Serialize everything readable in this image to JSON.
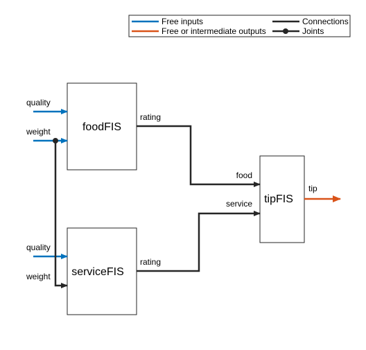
{
  "legend": {
    "free_inputs": "Free inputs",
    "free_outputs": "Free or intermediate outputs",
    "connections": "Connections",
    "joints": "Joints"
  },
  "blocks": {
    "food": "foodFIS",
    "service": "serviceFIS",
    "tip": "tipFIS"
  },
  "ports": {
    "food_in_quality": "quality",
    "food_in_weight": "weight",
    "food_out": "rating",
    "service_in_quality": "quality",
    "service_in_weight": "weight",
    "service_out": "rating",
    "tip_in_food": "food",
    "tip_in_service": "service",
    "tip_out": "tip"
  },
  "colors": {
    "free_input": "#0072BD",
    "free_output": "#D95319",
    "connection": "#262626",
    "joint": "#262626",
    "block_border": "#262626"
  }
}
